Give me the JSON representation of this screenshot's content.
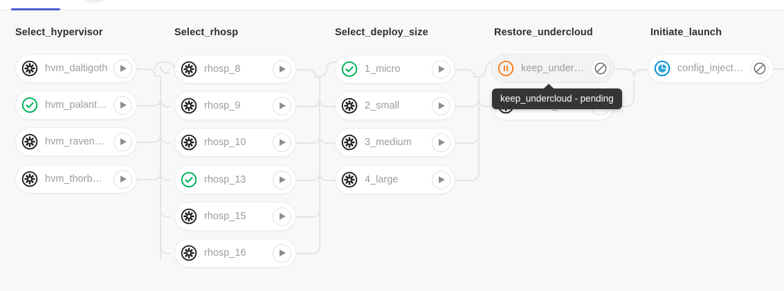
{
  "tabstrip": {
    "active_tab_indicator": "active-tab",
    "accent_color": "#4c5bd4"
  },
  "colors": {
    "status_success": "#00b359",
    "status_pending": "#f58220",
    "status_running": "#0a94d4",
    "status_idle": "#1d1d1f",
    "status_blocked": "#6f6f74",
    "edge": "#e4e4e6",
    "label_text": "#9b9ba2",
    "title_text": "#2b2f33",
    "tooltip_bg": "#353537"
  },
  "graph": {
    "columns": [
      {
        "title": "Select_hypervisor",
        "nodes": [
          {
            "label": "hvm_daltigoth",
            "status": "idle",
            "status_icon": "gear-icon",
            "action": "play-icon"
          },
          {
            "label": "hvm_palanthas",
            "status": "success",
            "status_icon": "check-icon",
            "action": "play-icon"
          },
          {
            "label": "hvm_ravenvale",
            "status": "idle",
            "status_icon": "gear-icon",
            "action": "play-icon"
          },
          {
            "label": "hvm_thorbardin",
            "status": "idle",
            "status_icon": "gear-icon",
            "action": "play-icon"
          }
        ]
      },
      {
        "title": "Select_rhosp",
        "nodes": [
          {
            "label": "rhosp_8",
            "status": "idle",
            "status_icon": "gear-icon",
            "action": "play-icon"
          },
          {
            "label": "rhosp_9",
            "status": "idle",
            "status_icon": "gear-icon",
            "action": "play-icon"
          },
          {
            "label": "rhosp_10",
            "status": "idle",
            "status_icon": "gear-icon",
            "action": "play-icon"
          },
          {
            "label": "rhosp_13",
            "status": "success",
            "status_icon": "check-icon",
            "action": "play-icon"
          },
          {
            "label": "rhosp_15",
            "status": "idle",
            "status_icon": "gear-icon",
            "action": "play-icon"
          },
          {
            "label": "rhosp_16",
            "status": "idle",
            "status_icon": "gear-icon",
            "action": "play-icon"
          }
        ]
      },
      {
        "title": "Select_deploy_size",
        "nodes": [
          {
            "label": "1_micro",
            "status": "success",
            "status_icon": "check-icon",
            "action": "play-icon"
          },
          {
            "label": "2_small",
            "status": "idle",
            "status_icon": "gear-icon",
            "action": "play-icon"
          },
          {
            "label": "3_medium",
            "status": "idle",
            "status_icon": "gear-icon",
            "action": "play-icon"
          },
          {
            "label": "4_large",
            "status": "idle",
            "status_icon": "gear-icon",
            "action": "play-icon"
          }
        ]
      },
      {
        "title": "Restore_undercloud",
        "nodes": [
          {
            "label": "keep_undercloud",
            "status": "pending",
            "status_icon": "pause-icon",
            "action": "blocked-icon"
          },
          {
            "label": "restore_undercl...",
            "status": "idle",
            "status_icon": "gear-icon",
            "action": "play-icon"
          }
        ]
      },
      {
        "title": "Initiate_launch",
        "nodes": [
          {
            "label": "config_injection",
            "status": "running",
            "status_icon": "clock-icon",
            "action": "blocked-icon"
          }
        ]
      }
    ]
  },
  "tooltip": {
    "text": "keep_undercloud - pending"
  }
}
